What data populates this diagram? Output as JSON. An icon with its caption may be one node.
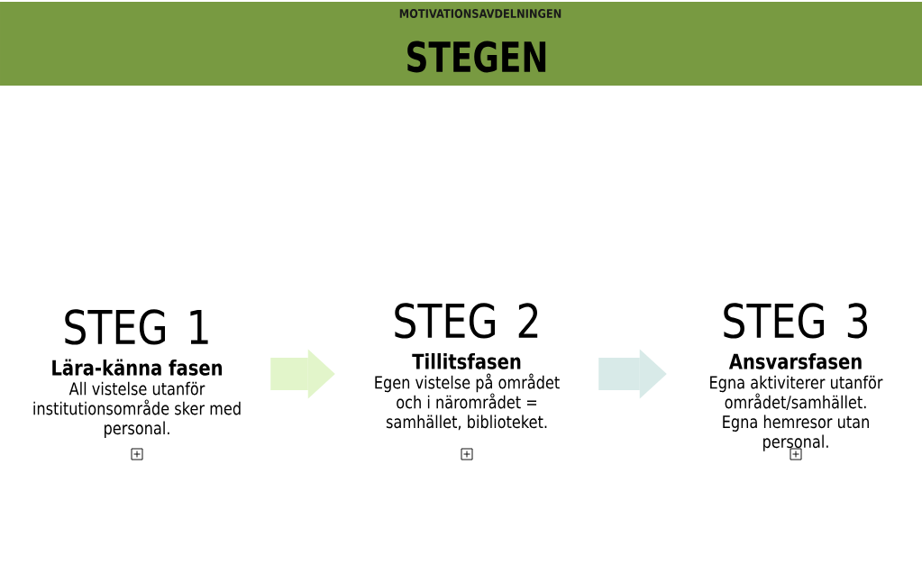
{
  "diagram": {
    "title": "STEGEN",
    "nodes": [
      {
        "text": [
          "STEG 1",
          "Lära-känna fasen",
          "All vistelse utanför institutionsområde sker med personal."
        ]
      },
      {
        "text": [
          "STEG 2",
          "Tillitsfasen",
          "Egen vistelse på området och i närområdet = samhället, biblioteket."
        ]
      },
      {
        "text": [
          "STEG 3",
          "Ansvarsfasen",
          "Egna aktiviterer utanför området/samhället. Egna hemresor utan personal."
        ]
      }
    ],
    "edges": [
      {
        "from": 0,
        "to": 1,
        "arrow": "to",
        "color": "#e2f5ca"
      },
      {
        "from": 1,
        "to": 2,
        "arrow": "to",
        "color": "#d8eae8"
      }
    ],
    "labels": [
      "MOTIVATIONSAVDELNINGEN"
    ]
  }
}
